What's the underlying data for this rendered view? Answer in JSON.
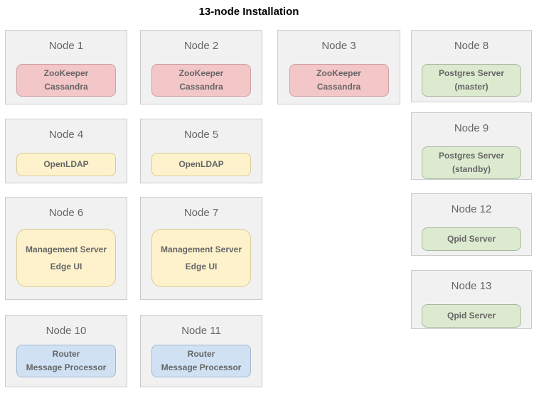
{
  "page": {
    "title": "13-node Installation"
  },
  "palette": {
    "node_card_bg": "#f1f1f1",
    "node_card_border": "#cccccc",
    "node_title_text": "#666666",
    "service_text": "#666666",
    "pink_fill": "#f3c6c8",
    "pink_border": "#cfa0a3",
    "yellow_fill": "#fdf2cb",
    "yellow_border": "#d9cc98",
    "green_fill": "#dceacf",
    "green_border": "#abb89e",
    "blue_fill": "#cfe1f3",
    "blue_border": "#a2b8d0"
  },
  "nodes": [
    {
      "title": "Node 1",
      "color": "pink",
      "services": [
        "ZooKeeper",
        "Cassandra"
      ]
    },
    {
      "title": "Node 2",
      "color": "pink",
      "services": [
        "ZooKeeper",
        "Cassandra"
      ]
    },
    {
      "title": "Node 3",
      "color": "pink",
      "services": [
        "ZooKeeper",
        "Cassandra"
      ]
    },
    {
      "title": "Node 4",
      "color": "yellow",
      "services": [
        "OpenLDAP"
      ]
    },
    {
      "title": "Node 5",
      "color": "yellow",
      "services": [
        "OpenLDAP"
      ]
    },
    {
      "title": "Node 6",
      "color": "yellow",
      "services": [
        "Management Server",
        "Edge UI"
      ]
    },
    {
      "title": "Node 7",
      "color": "yellow",
      "services": [
        "Management Server",
        "Edge UI"
      ]
    },
    {
      "title": "Node 8",
      "color": "green",
      "services": [
        "Postgres Server",
        "(master)"
      ]
    },
    {
      "title": "Node 9",
      "color": "green",
      "services": [
        "Postgres Server",
        "(standby)"
      ]
    },
    {
      "title": "Node 10",
      "color": "blue",
      "services": [
        "Router",
        "Message Processor"
      ]
    },
    {
      "title": "Node 11",
      "color": "blue",
      "services": [
        "Router",
        "Message Processor"
      ]
    },
    {
      "title": "Node 12",
      "color": "green",
      "services": [
        "Qpid Server"
      ]
    },
    {
      "title": "Node 13",
      "color": "green",
      "services": [
        "Qpid Server"
      ]
    }
  ]
}
